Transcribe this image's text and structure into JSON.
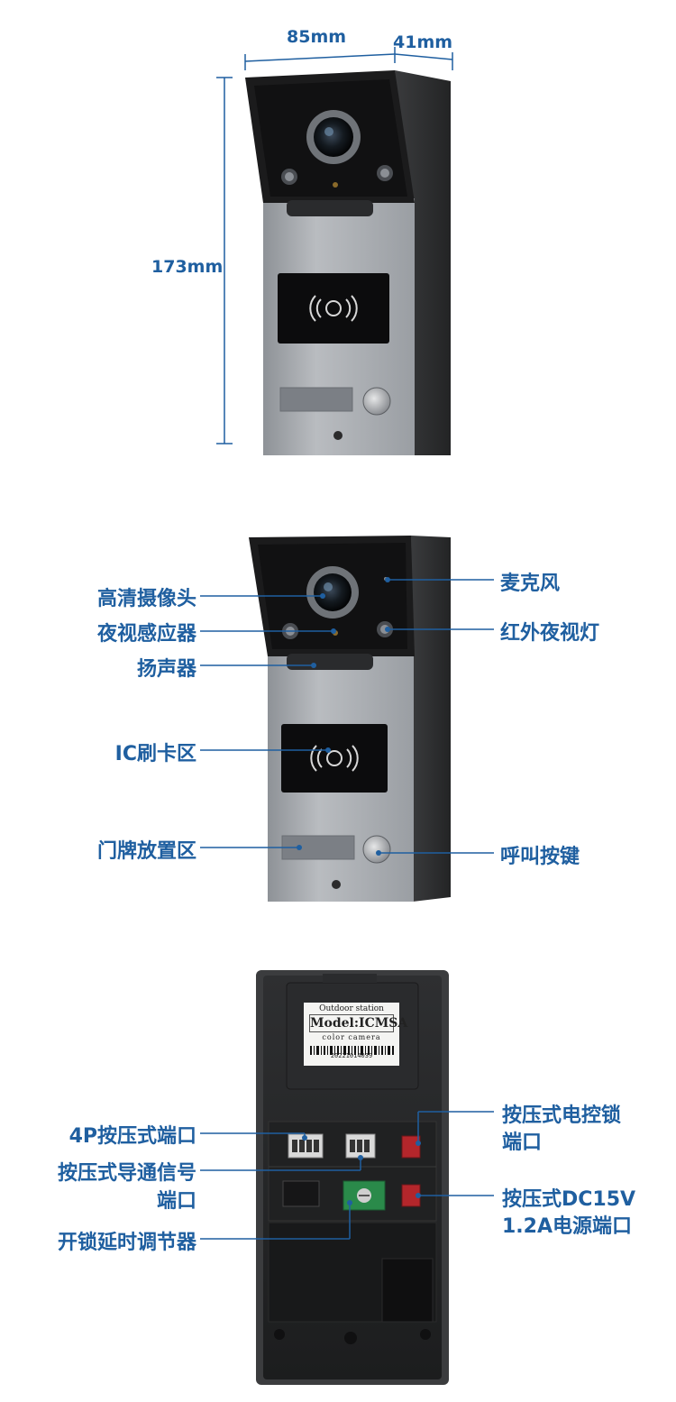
{
  "dimensions": {
    "width": "85mm",
    "depth": "41mm",
    "height": "173mm"
  },
  "front_labels": {
    "camera": "高清摄像头",
    "night_sensor": "夜视感应器",
    "speaker": "扬声器",
    "ic_card_area": "IC刷卡区",
    "nameplate_area": "门牌放置区",
    "microphone": "麦克风",
    "ir_night_light": "红外夜视灯",
    "call_button": "呼叫按键"
  },
  "back_labels": {
    "port_4p": "4P按压式端口",
    "guide_signal_port_1": "按压式导通信号",
    "guide_signal_port_2": "端口",
    "unlock_timer": "开锁延时调节器",
    "lock_port_1": "按压式电控锁",
    "lock_port_2": "端口",
    "power_port_1": "按压式DC15V",
    "power_port_2": "1.2A电源端口"
  },
  "sticker": {
    "line1": "Outdoor station",
    "line2": "Model:ICMSA",
    "line3": "color camera",
    "serial": "20221014039"
  },
  "colors": {
    "label_blue": "#1f5fa0",
    "panel_silver": "#a9adb2",
    "hood_black": "#1b1b1c",
    "box_dark": "#2a2b2d"
  }
}
